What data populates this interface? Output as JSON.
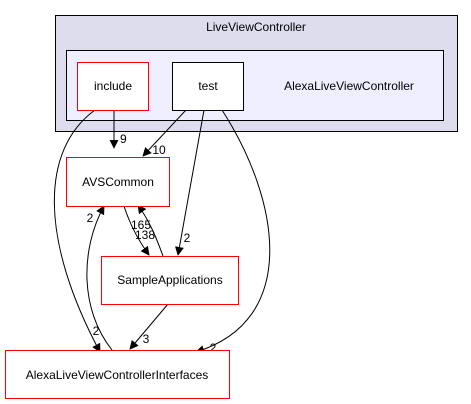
{
  "diagram": {
    "outer_cluster": {
      "label": "LiveViewController",
      "fill": "#ddddee",
      "stroke": "#000000"
    },
    "inner_cluster": {
      "label": "AlexaLiveViewController",
      "fill": "#eeeeff",
      "stroke": "#000000"
    },
    "nodes": {
      "include": {
        "label": "include",
        "stroke": "#ff0000"
      },
      "test": {
        "label": "test",
        "stroke": "#000000"
      },
      "avscommon": {
        "label": "AVSCommon",
        "stroke": "#ff0000"
      },
      "sampleapps": {
        "label": "SampleApplications",
        "stroke": "#ff0000"
      },
      "interfaces": {
        "label": "AlexaLiveViewControllerInterfaces",
        "stroke": "#ff0000"
      }
    },
    "edges": {
      "include_to_avscommon": {
        "weight": "9"
      },
      "include_to_interfaces": {
        "weight": "2"
      },
      "test_to_avscommon": {
        "weight": "10"
      },
      "test_to_sampleapps": {
        "weight": "2"
      },
      "test_to_interfaces": {
        "weight": "2"
      },
      "avscommon_to_sampleapps": {
        "weight": "138"
      },
      "sampleapps_to_avscommon": {
        "weight": "165"
      },
      "sampleapps_to_interfaces": {
        "weight": "3"
      },
      "interfaces_to_avscommon": {
        "weight": "2"
      }
    }
  }
}
